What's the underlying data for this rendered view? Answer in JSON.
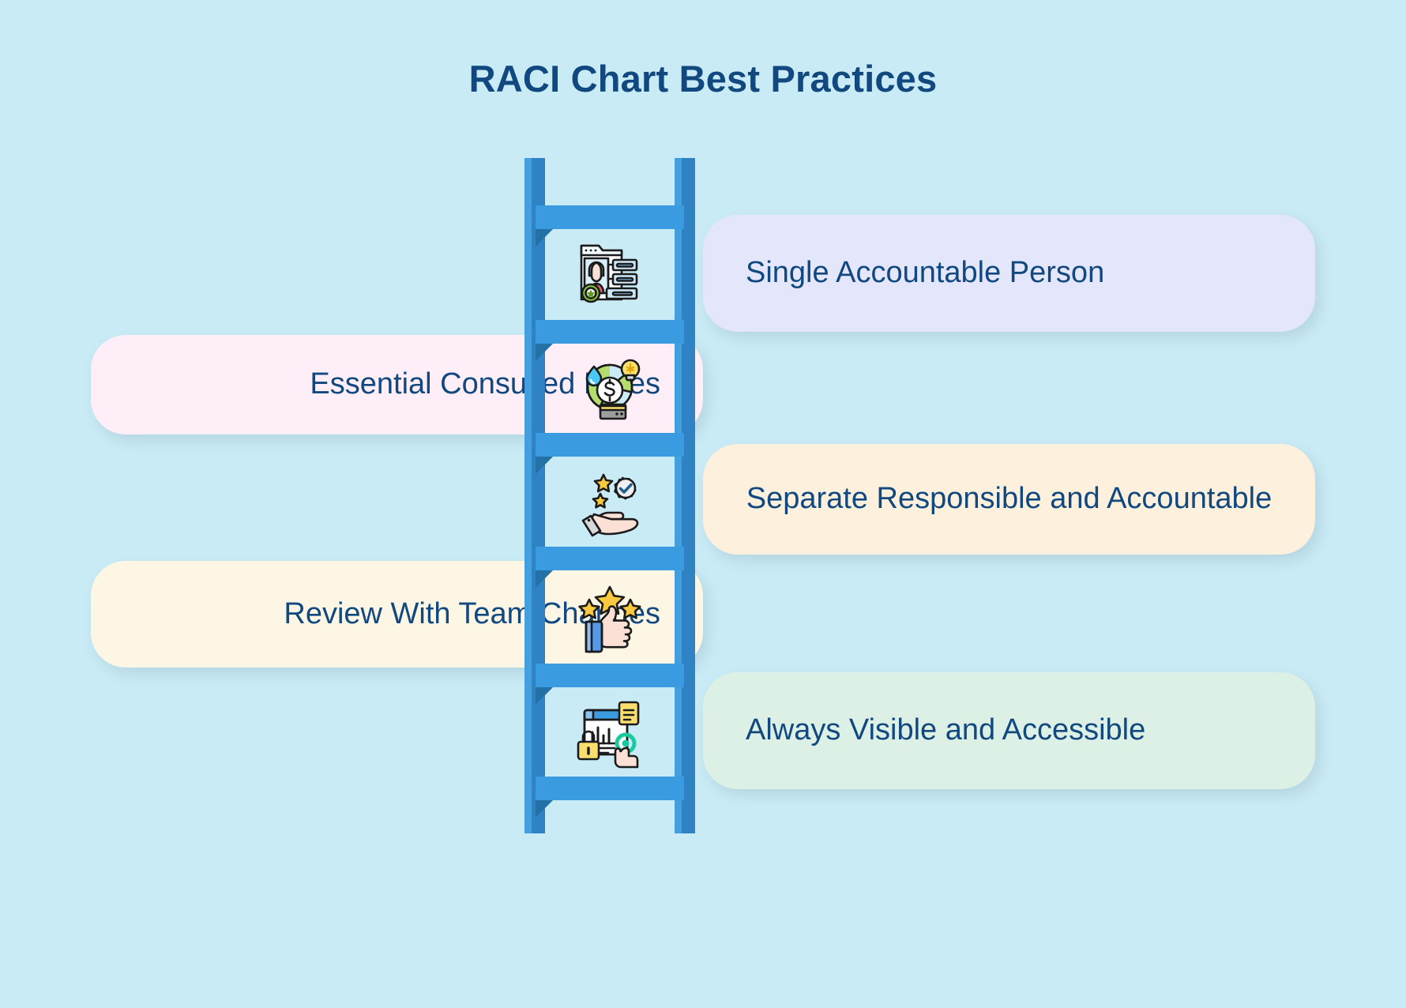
{
  "page": {
    "title": "RACI Chart Best Practices",
    "background_color": "#c9ebf5",
    "text_color": "#11487f",
    "ladder_color": "#3b9be0"
  },
  "items": [
    {
      "label": "Single Accountable Person",
      "side": "right",
      "panel_color": "#e4e6fb",
      "icon": "profile-org-chart-icon"
    },
    {
      "label": "Essential Consulted Roles",
      "side": "left",
      "panel_color": "#fdeef8",
      "icon": "resources-money-icon"
    },
    {
      "label": "Separate Responsible and Accountable",
      "side": "right",
      "panel_color": "#fdf0dc",
      "icon": "hand-gear-quality-icon"
    },
    {
      "label": "Review With Team Changes",
      "side": "left",
      "panel_color": "#fdf6e4",
      "icon": "thumbs-up-stars-icon"
    },
    {
      "label": "Always Visible and Accessible",
      "side": "right",
      "panel_color": "#ddf0e5",
      "icon": "secure-report-access-icon"
    }
  ]
}
